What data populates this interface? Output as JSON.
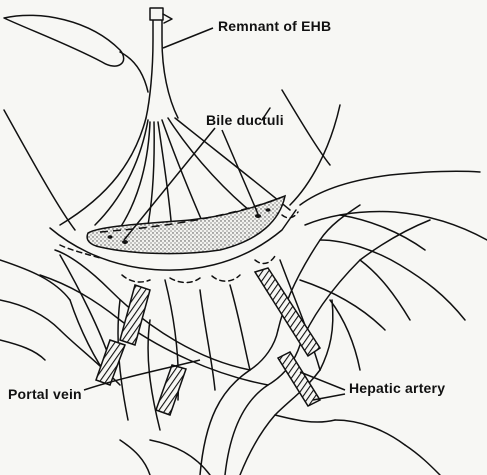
{
  "figure": {
    "labels": {
      "remnant_ehb": "Remnant of EHB",
      "bile_ductuli": "Bile ductuli",
      "hepatic_artery": "Hepatic artery",
      "portal_vein": "Portal vein"
    }
  }
}
